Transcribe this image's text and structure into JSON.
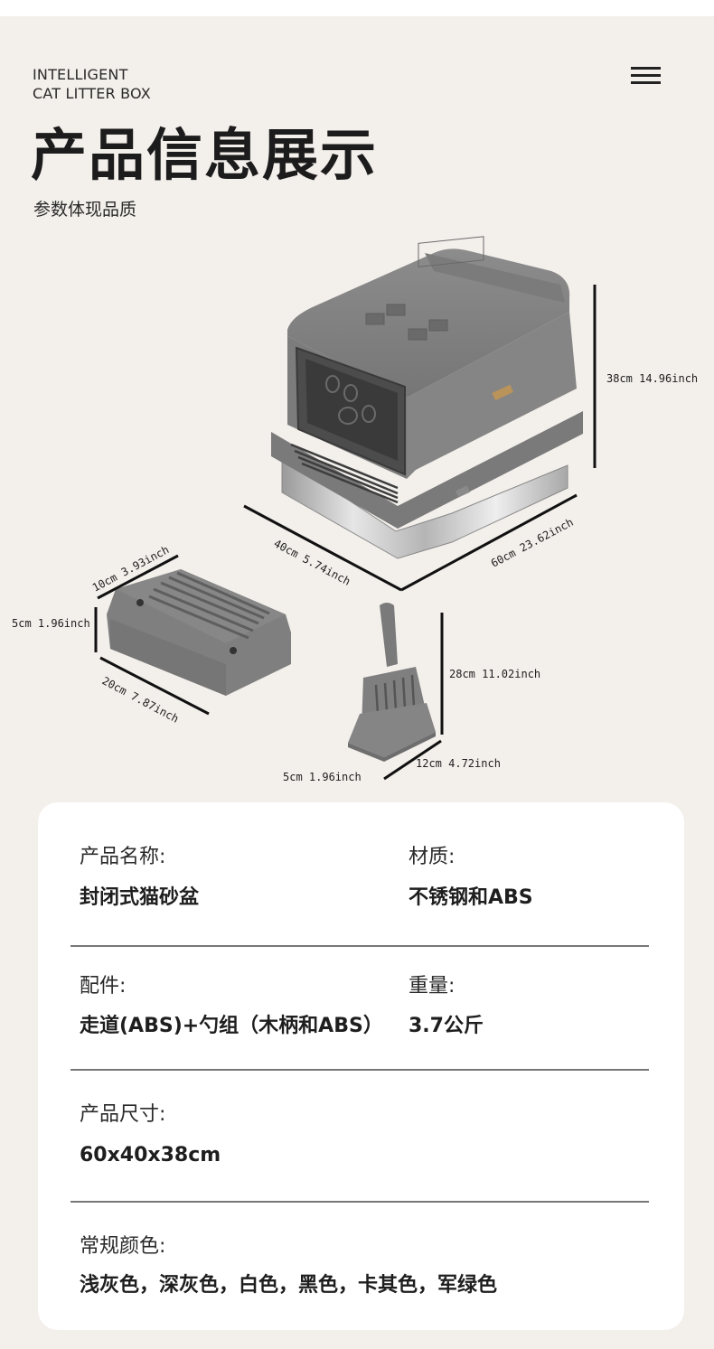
{
  "header": {
    "brand_line1": "INTELLIGENT",
    "brand_line2": "CAT LITTER BOX",
    "title": "产品信息展示",
    "subtitle": "参数体现品质"
  },
  "illustration": {
    "height_label": "38cm 14.96inch",
    "length_label": "60cm 23.62inch",
    "depth_label": "40cm 5.74inch",
    "step_width_label": "10cm 3.93inch",
    "step_height_label": "5cm 1.96inch",
    "step_length_label": "20cm 7.87inch",
    "scoop_height_label": "28cm 11.02inch",
    "scoop_depth_label": "5cm 1.96inch",
    "scoop_width_label": "12cm 4.72inch"
  },
  "specs": {
    "name_label": "产品名称:",
    "name_value": "封闭式猫砂盆",
    "material_label": "材质:",
    "material_value": "不锈钢和ABS",
    "accessories_label": "配件:",
    "accessories_value": "走道(ABS)+勺组（木柄和ABS）",
    "weight_label": "重量:",
    "weight_value": "3.7公斤",
    "size_label": "产品尺寸:",
    "size_value": "60x40x38cm",
    "colors_label": "常规颜色:",
    "colors_value": "浅灰色，深灰色，白色，黑色，卡其色，军绿色"
  },
  "colors": {
    "background": "#f3efeb",
    "card": "#ffffff",
    "product_gray": "#7f7f7f",
    "steel": "#d2d2d2"
  }
}
